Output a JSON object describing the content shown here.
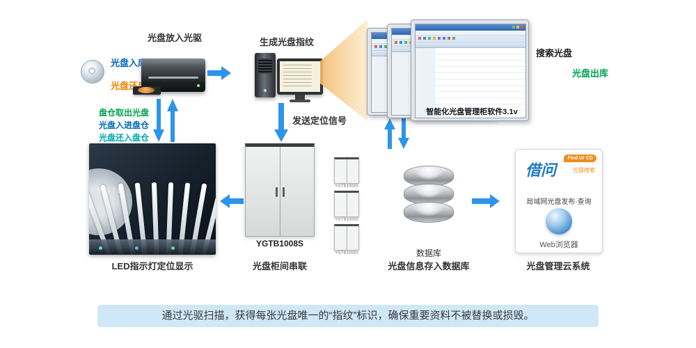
{
  "top": {
    "drive_title": "光盘放入光驱",
    "fingerprint_title": "生成光盘指纹",
    "disc_in": "光盘入库",
    "disc_return": "光盘还库",
    "search_disc": "搜索光盘",
    "disc_out": "光盘出库"
  },
  "middle": {
    "magazine_out": "盘仓取出光盘",
    "magazine_in": "光盘入进盘仓",
    "magazine_return": "光盘还入盘仓",
    "send_signal": "发送定位信号",
    "software_name": "智能化光盘管理柜软件3.1v"
  },
  "bottom": {
    "led_caption": "LED指示灯定位显示",
    "led_watermark": "YGTB",
    "cabinet_model": "YGTB1008S",
    "cabinet_caption": "光盘柜间串联",
    "mini_cabinet_model": "YGTB1008S",
    "db_label": "数据库",
    "db_caption": "光盘信息存入数据库",
    "cloud": {
      "brand": "借问",
      "badge": "Find Ur CD",
      "brand_sub": "光盘搜索",
      "desc": "局域网光盘发布·查询",
      "browser": "Web浏览器",
      "caption": "光盘管理云系统"
    }
  },
  "banner": {
    "text": "通过光驱扫描，获得每张光盘唯一的“指纹”标识，确保重要资料不被替换或损毁。"
  },
  "colors": {
    "arrow_blue": "#2f93ea",
    "blue_text": "#0068b7",
    "orange_text": "#f08300",
    "green_text": "#00a352",
    "teal_text": "#00a8b0",
    "banner_bg": "#cfe8f7"
  }
}
